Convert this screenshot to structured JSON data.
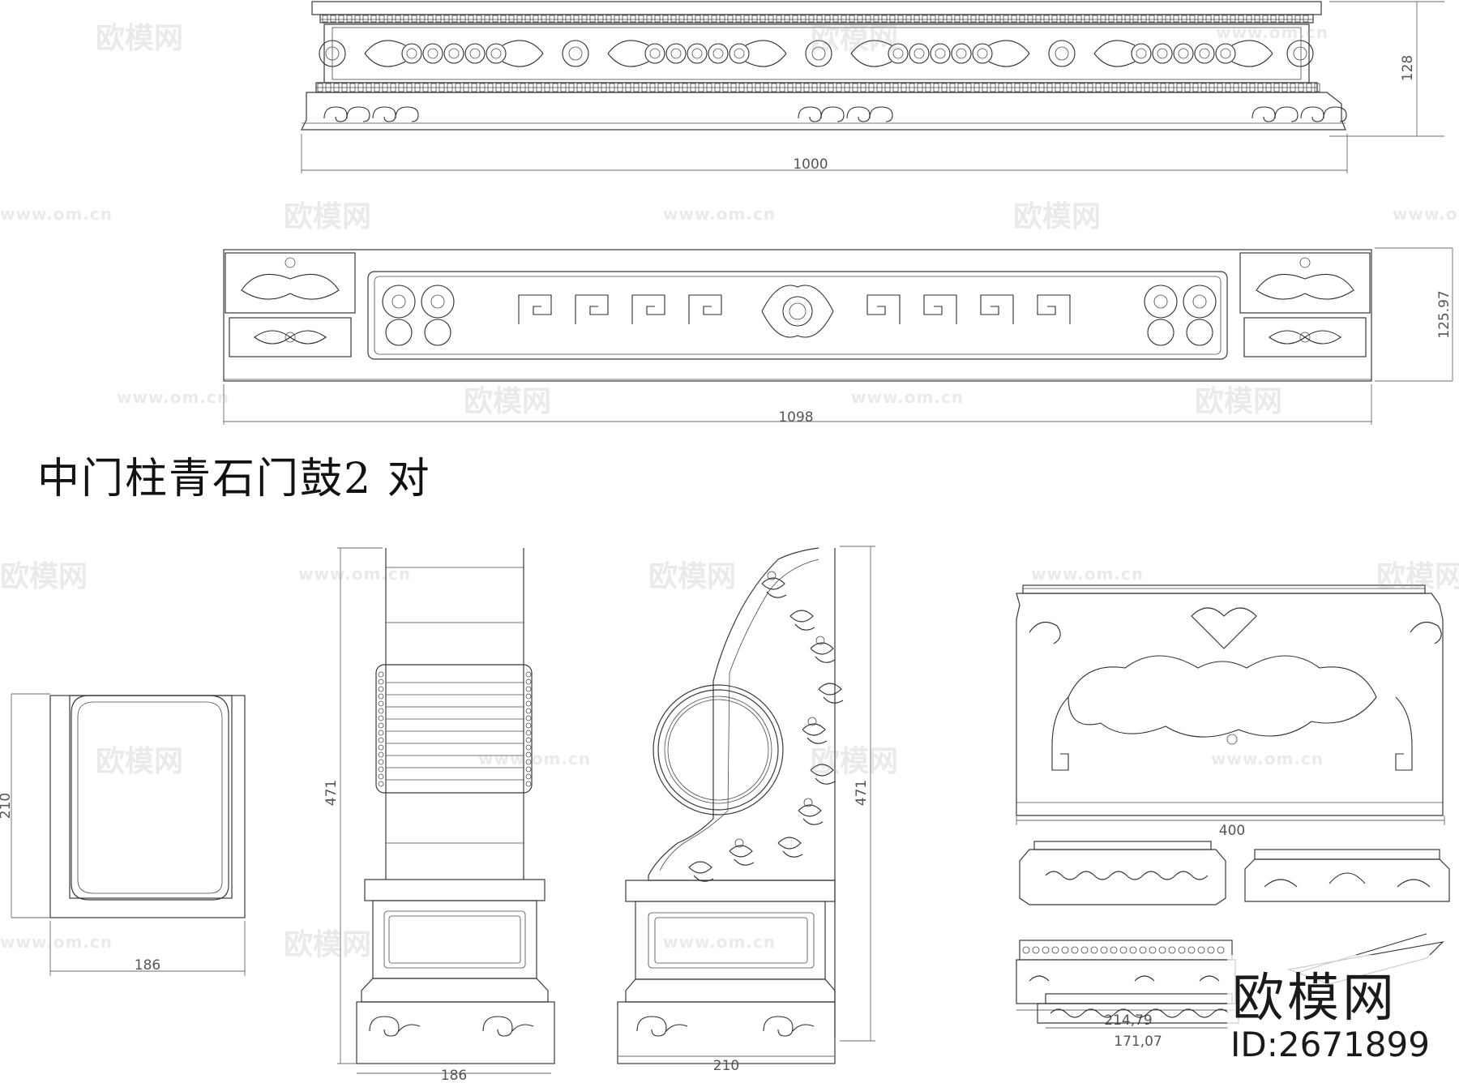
{
  "title": "中门柱青石门鼓2 对",
  "watermarks": {
    "logo_text": "欧模网",
    "url_text": "www.om.cn"
  },
  "dimensions": {
    "top_beam_width": "1000",
    "top_beam_height": "128",
    "lintel_width": "1098",
    "lintel_height": "125.97",
    "plan_height": "210",
    "plan_width": "186",
    "side_view_height": "471",
    "side_view_width": "186",
    "front_view_height": "471",
    "front_view_width": "210",
    "detail_width": "400",
    "base_detail_width": "214,79",
    "small_base_width": "171,07"
  },
  "brand": {
    "name": "欧模网",
    "id_label": "ID:2671899"
  }
}
